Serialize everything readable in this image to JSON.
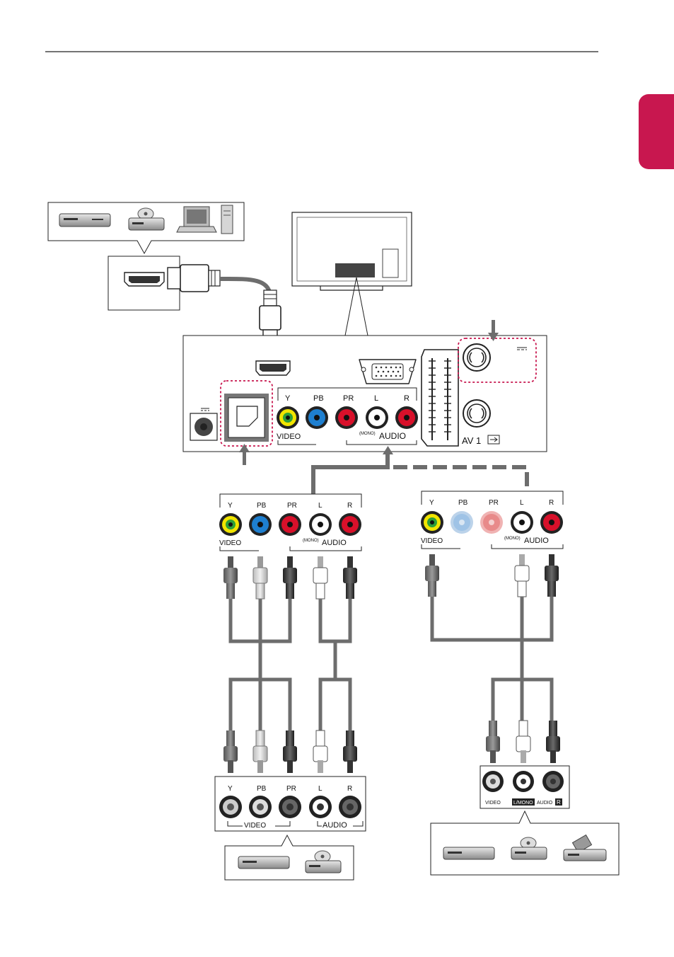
{
  "tv_panel": {
    "component_labels": [
      "Y",
      "PB",
      "PR",
      "L",
      "R"
    ],
    "video_label": "VIDEO",
    "mono_label": "(MONO)",
    "audio_label": "AUDIO",
    "av1_label": "AV 1"
  },
  "left_cable_panel": {
    "labels": [
      "Y",
      "PB",
      "PR",
      "L",
      "R"
    ],
    "video_label": "VIDEO",
    "mono_label": "(MONO)",
    "audio_label": "AUDIO"
  },
  "right_cable_panel": {
    "labels": [
      "Y",
      "PB",
      "PR",
      "L",
      "R"
    ],
    "video_label": "VIDEO",
    "mono_label": "(MONO)",
    "audio_label": "AUDIO"
  },
  "component_device_panel": {
    "labels": [
      "Y",
      "PB",
      "PR",
      "L",
      "R"
    ],
    "video_label": "VIDEO",
    "audio_label": "AUDIO"
  },
  "composite_device_panel": {
    "video_label": "VIDEO",
    "lmono_label": "L/MONO",
    "audio_label": "AUDIO",
    "r_label": "R"
  },
  "colors": {
    "accent_tab": "#c8174f",
    "jack_yellow": "#f2e500",
    "jack_green": "#2e9e3a",
    "jack_blue": "#1e7fd0",
    "jack_red": "#d8102a",
    "jack_light_blue": "#9fc3e6",
    "jack_light_red": "#e88a8a",
    "cable_gray": "#6d6d6d",
    "highlight_dash": "#c8174f"
  }
}
